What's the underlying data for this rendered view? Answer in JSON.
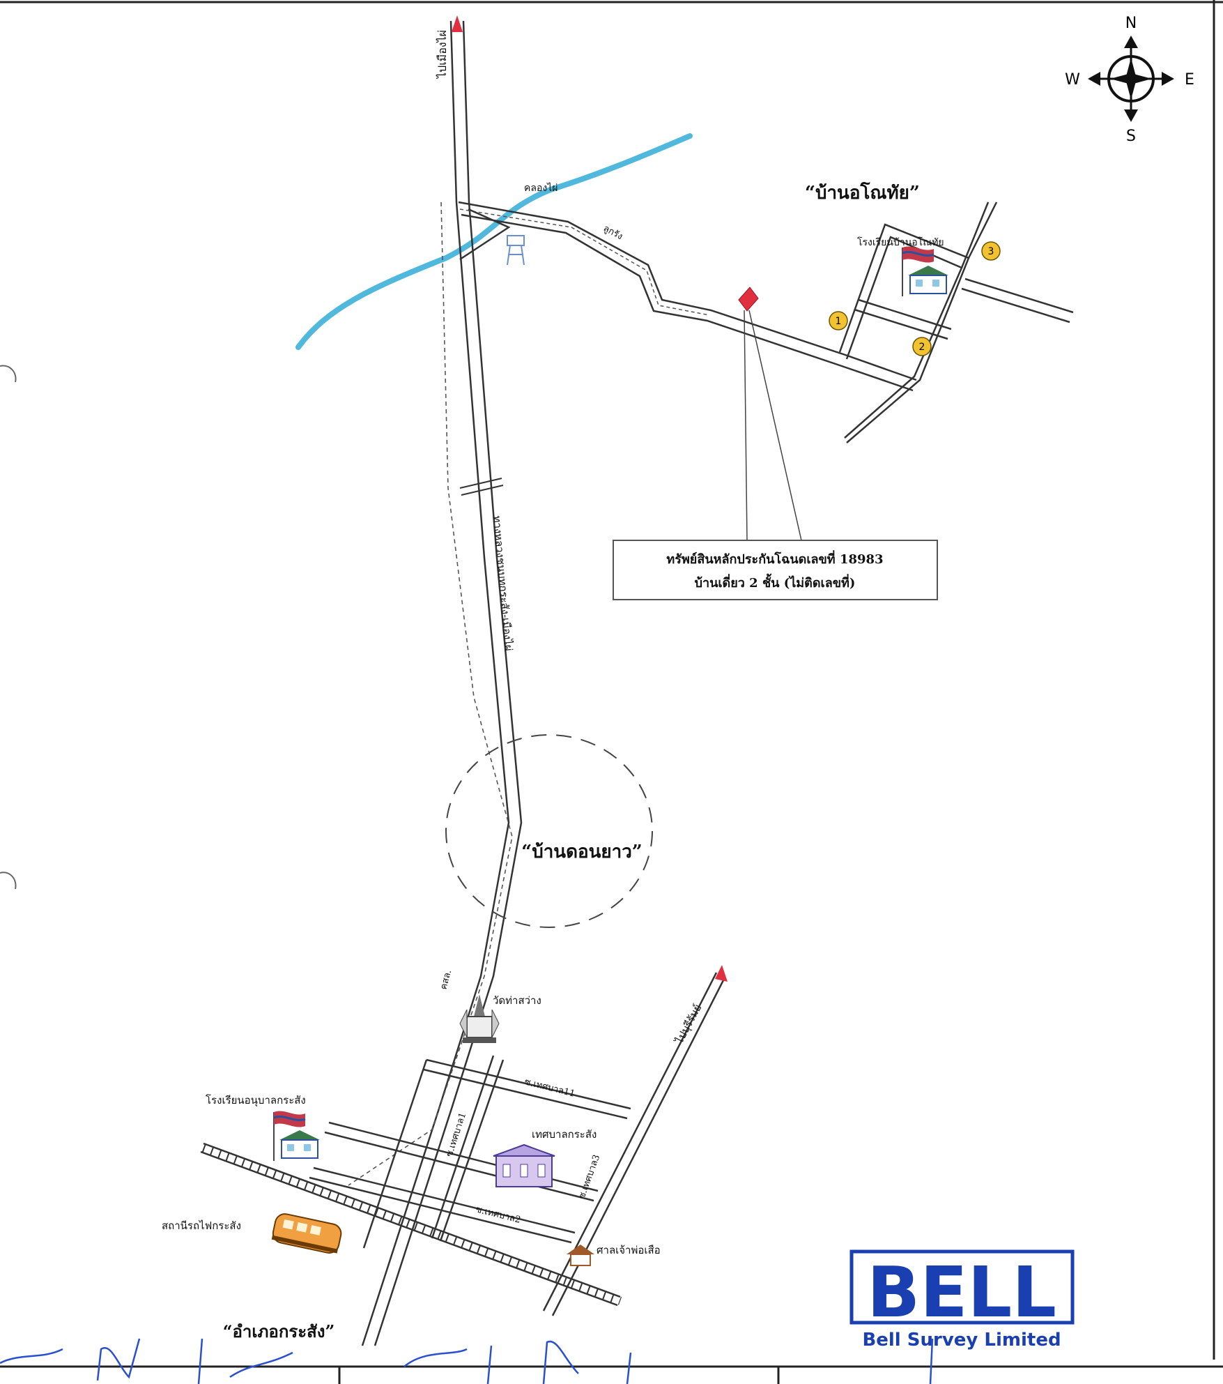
{
  "compass": {
    "n": "N",
    "s": "S",
    "e": "E",
    "w": "W"
  },
  "places": {
    "ban_o_no_thai": "“บ้านอโณทัย”",
    "ban_don_yao": "“บ้านดอนยาว”",
    "amphoe_krasang": "“อำเภอกระสัง”"
  },
  "road_labels": {
    "to_mueang_phai": "ไปเมืองไผ่",
    "to_buriram": "ไปบุรีรัมย์",
    "highway": "ทางหลวงชนบทกระสัง-เมืองไผ่",
    "canal": "คลองไผ่",
    "sub_road_1": "ซ.เทศบาล1",
    "sub_road_2": "ซ.เทศบาล2",
    "sub_road_3": "ซ.เทศบาล3",
    "sub_road_11": "ซ.เทศบาล11",
    "concrete_road": "คสล.",
    "dirt_road": "ลูกรัง"
  },
  "landmarks": {
    "school_o_no_thai": "โรงเรียนบ้านอโณทัย",
    "wat": "วัดท่าสว่าง",
    "school_krasang": "โรงเรียนอนุบาลกระสัง",
    "municipality": "เทศบาลกระสัง",
    "station": "สถานีรถไฟกระสัง",
    "police_post": "ศาลเจ้าพ่อเสือ"
  },
  "markers": [
    "1",
    "2",
    "3"
  ],
  "property_box": {
    "line1": "ทรัพย์สินหลักประกันโฉนดเลขที่ 18983",
    "line2": "บ้านเดี่ยว 2 ชั้น (ไม่ติดเลขที่)"
  },
  "logo": {
    "mark": "BELL",
    "company": "Bell Survey Limited"
  },
  "colors": {
    "river": "#4fb8dc",
    "property": "#e0303f",
    "stamp": "#1a3fb0",
    "marker": "#f2c230"
  }
}
